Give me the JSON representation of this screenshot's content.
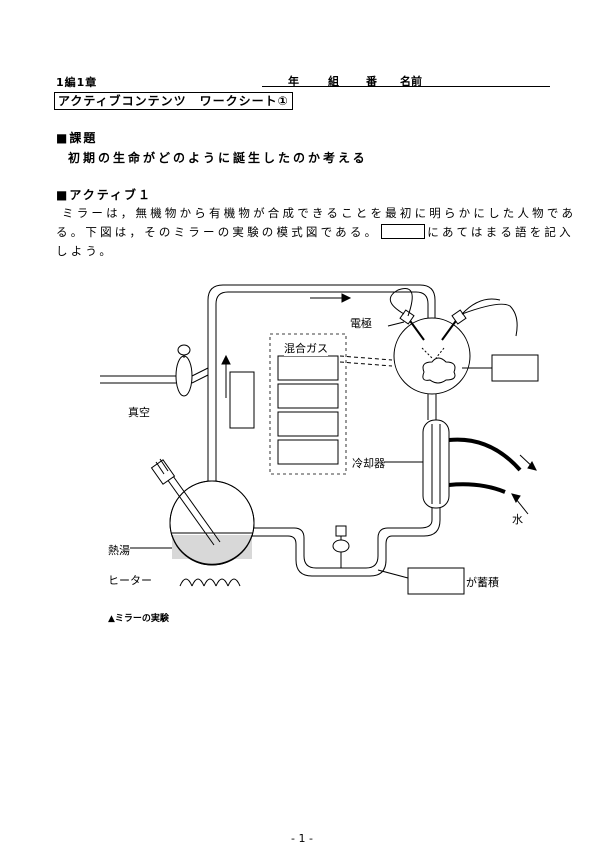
{
  "header": {
    "chapter": "1編1章",
    "year": "年",
    "class": "組",
    "number": "番",
    "name": "名前"
  },
  "title": "アクティブコンテンツ　ワークシート①",
  "task": {
    "heading": "■課題",
    "text": "初期の生命がどのように誕生したのか考える"
  },
  "active1": {
    "heading": "■アクティブ１",
    "line1": "ミラーは，無機物から有機物が合成できることを最初に明らかにした人物であ",
    "line2a": "る。下図は，そのミラーの実験の模式図である。",
    "line2b": "にあてはまる語を記入",
    "line3": "しよう。"
  },
  "diagram": {
    "label_electrode": "電極",
    "label_mixed_gas": "混合ガス",
    "label_vacuum": "真空",
    "label_cooler": "冷却器",
    "label_water": "水",
    "label_boiling_water": "熱湯",
    "label_heater": "ヒーター",
    "label_accumulate": "が蓄積"
  },
  "caption": "▲ミラーの実験",
  "page_number": "- 1 -"
}
